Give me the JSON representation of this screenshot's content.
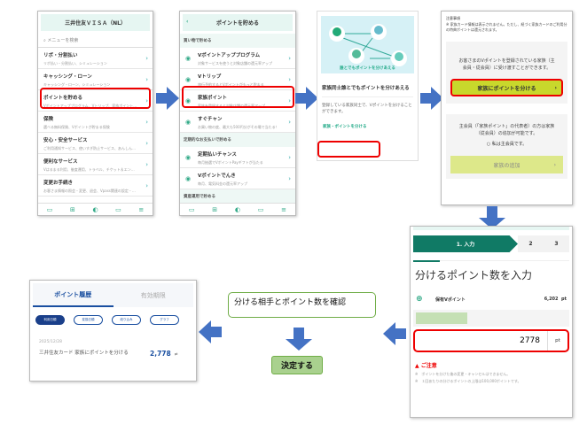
{
  "screen1": {
    "title": "三井住友ＶＩＳＡ（NL）",
    "search_placeholder": "メニューを検索",
    "items": [
      {
        "label": "リボ・分割払い",
        "sub": "リボ払い・分割払い、シミュレーション"
      },
      {
        "label": "キャッシング・ローン",
        "sub": "キャッシング・ローン、シミュレーション"
      },
      {
        "label": "ポイントを貯める",
        "sub": "Vポイントアッププログラム、Vトリップ、家族ポイント…"
      },
      {
        "label": "保険",
        "sub": "選べる無料保険、Vポイントが貯まる保険"
      },
      {
        "label": "安心・安全サービス",
        "sub": "ご利用通知サービス、使いすぎ防止サービス、あんしん…"
      },
      {
        "label": "便利なサービス",
        "sub": "Vはるまる利用、後度運用、トラベル、チケット＆エン…"
      },
      {
        "label": "変更お手続き",
        "sub": "お客さま情報の照会・変更、退会、Vpass関連の設定・…"
      }
    ]
  },
  "screen2": {
    "title": "ポイントを貯める",
    "sections": [
      "買い物で貯める",
      "定期的なお支払いで貯める",
      "資産運用で貯める"
    ],
    "items": [
      {
        "label": "Vポイントアッププログラム",
        "sub": "対象サービスを使うと対象店舗の還元率アップ"
      },
      {
        "label": "Vトリップ",
        "sub": "旅行予約するとVポイントがもっと貯まる"
      },
      {
        "label": "家族ポイント",
        "sub": "家族を登録すると対象店舗の還元率アップ"
      },
      {
        "label": "すぐチャン",
        "sub": "お買い物の度、最大も500円分がその場で当たる！"
      },
      {
        "label": "定期払いチャンス",
        "sub": "毎月抽選でVポイントPayギフトが当たる"
      },
      {
        "label": "Vポイントでんき",
        "sub": "毎月、電気料金の還元率アップ"
      }
    ]
  },
  "screen3": {
    "illustration_caption": "誰とでもポイントを分けあえる",
    "heading": "家族同士誰とでもポイントを分けあえる",
    "body": "登録している家族同士で、Vポイントを分けることができます。",
    "link": "家族・ポイントを分ける"
  },
  "screen4": {
    "notice_title": "注意事項",
    "notice": "※ 家族カード情報は表示されません。ただし、紐づく家族カードのご利用分の特典ポイントは還元されます。",
    "intro": "お客さまのVポイントを登録されている家族（主会員・従会員）に受け渡すことができます。",
    "share_button": "家族にポイントを分ける",
    "main_note": "主会員（「家族ポイント」の代表者）の方は家族（従会員）の追加が可能です。",
    "radio_label": "私は主会員です。",
    "add_button": "家族の追加"
  },
  "screen5": {
    "steps": [
      "1. 入力",
      "2",
      "3"
    ],
    "heading": "分けるポイント数を入力",
    "balance_label": "保有Vポイント",
    "balance_value": "6,202",
    "unit": "pt",
    "input_value": "2778",
    "caution_title": "ご注意",
    "cautions": [
      "※　ポイントを分けた後の変更・キャンセルはできません。",
      "※　１回あたりの分けるポイントの上限は100,000ポイントです。"
    ]
  },
  "screen6": {
    "tabs": [
      "ポイント履歴",
      "有効期限"
    ],
    "filters": [
      "利用日順",
      "変換日順",
      "絞り込み",
      "グラフ"
    ],
    "date": "2025/12/28",
    "entry": "三井住友カード 家族にポイントを分ける",
    "amount": "2,778",
    "unit": "pt"
  },
  "flow": {
    "confirm": "分ける相手とポイント数を確認",
    "decide": "決定する"
  }
}
